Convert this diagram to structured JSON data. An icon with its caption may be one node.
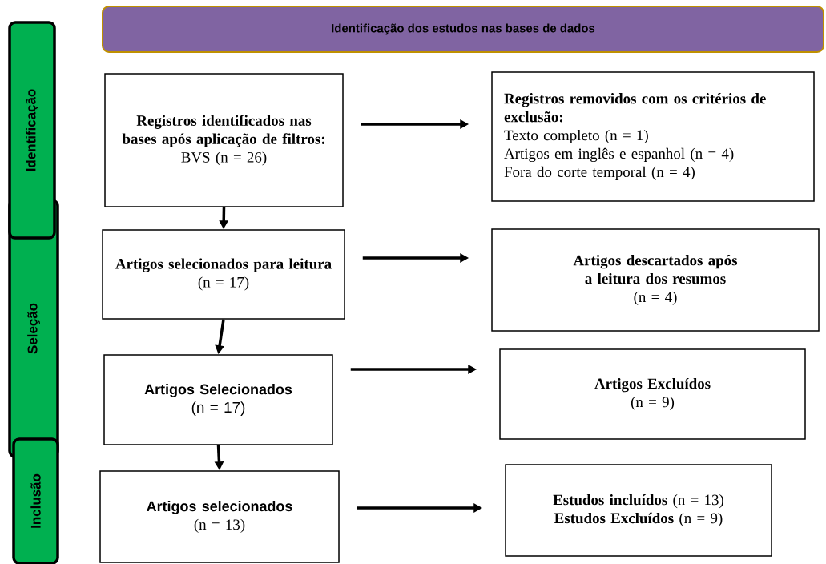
{
  "diagram": {
    "nodes": [
      {
        "text": [
          "Identificação dos estudos nas bases de dados"
        ]
      },
      {
        "text": [
          "Identificação"
        ]
      },
      {
        "text": [
          "Seleção"
        ]
      },
      {
        "text": [
          "Inclusão"
        ]
      },
      {
        "text": [
          "Registros identificados nas bases após aplicação de filtros:",
          "BVS (n = 26)"
        ]
      },
      {
        "text": [
          "Registros removidos com os critérios de exclusão:",
          "Texto completo (n = 1)",
          "Artigos em inglês e espanhol (n = 4)",
          "Fora do corte temporal (n = 4)"
        ]
      },
      {
        "text": [
          "Artigos selecionados para leitura",
          "(n = 17)"
        ]
      },
      {
        "text": [
          "Artigos descartados após a leitura dos resumos",
          "(n = 4)"
        ]
      },
      {
        "text": [
          "Artigos Selecionados",
          "(n = 17)"
        ]
      },
      {
        "text": [
          "Artigos Excluídos",
          "(n = 9)"
        ]
      },
      {
        "text": [
          "Artigos selecionados",
          "(n = 13)"
        ]
      },
      {
        "text": [
          "**Estudos incluídos** (n = 13)",
          "**Estudos Excluídos** (n = 9)"
        ]
      }
    ],
    "edges": [
      {
        "from": 4,
        "to": 6,
        "arrow": "to"
      },
      {
        "from": 6,
        "to": 8,
        "arrow": "to"
      },
      {
        "from": 8,
        "to": 10,
        "arrow": "to"
      },
      {
        "from": 4,
        "to": 5,
        "arrow": "to"
      },
      {
        "from": 6,
        "to": 7,
        "arrow": "to"
      },
      {
        "from": 8,
        "to": 9,
        "arrow": "to"
      },
      {
        "from": 10,
        "to": 11,
        "arrow": "to"
      }
    ]
  }
}
